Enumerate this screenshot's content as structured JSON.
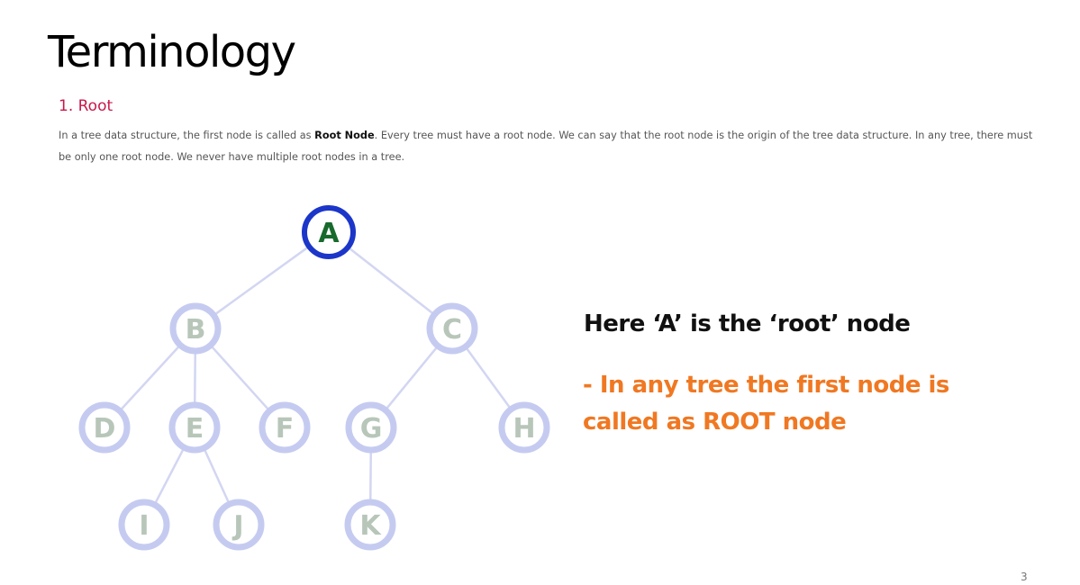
{
  "slide": {
    "title": "Terminology",
    "section_heading": "1. Root",
    "paragraph": {
      "before_bold": "In a tree data structure, the first node is called as ",
      "bold": "Root Node",
      "after_bold": ". Every tree must have a root node. We can say that the root node is the origin of the tree data structure. In any tree, there must be only one root node. We never have multiple root nodes in a tree."
    },
    "callout_main": "Here ‘A’ is the ‘root’ node",
    "callout_sub": "- In any tree the first node is called as ROOT node",
    "page_number": "3"
  },
  "tree": {
    "nodes": [
      {
        "id": "A",
        "label": "A",
        "role": "root"
      },
      {
        "id": "B",
        "label": "B",
        "parent": "A"
      },
      {
        "id": "C",
        "label": "C",
        "parent": "A"
      },
      {
        "id": "D",
        "label": "D",
        "parent": "B"
      },
      {
        "id": "E",
        "label": "E",
        "parent": "B"
      },
      {
        "id": "F",
        "label": "F",
        "parent": "B"
      },
      {
        "id": "G",
        "label": "G",
        "parent": "C"
      },
      {
        "id": "H",
        "label": "H",
        "parent": "C"
      },
      {
        "id": "I",
        "label": "I",
        "parent": "E"
      },
      {
        "id": "J",
        "label": "J",
        "parent": "E"
      },
      {
        "id": "K",
        "label": "K",
        "parent": "G"
      }
    ],
    "colors": {
      "root_ring": "#1c36c9",
      "root_text": "#186a2c",
      "node_ring": "#c5cbf0",
      "node_text": "#b7c6b9",
      "edge": "#d3d6f2"
    }
  }
}
